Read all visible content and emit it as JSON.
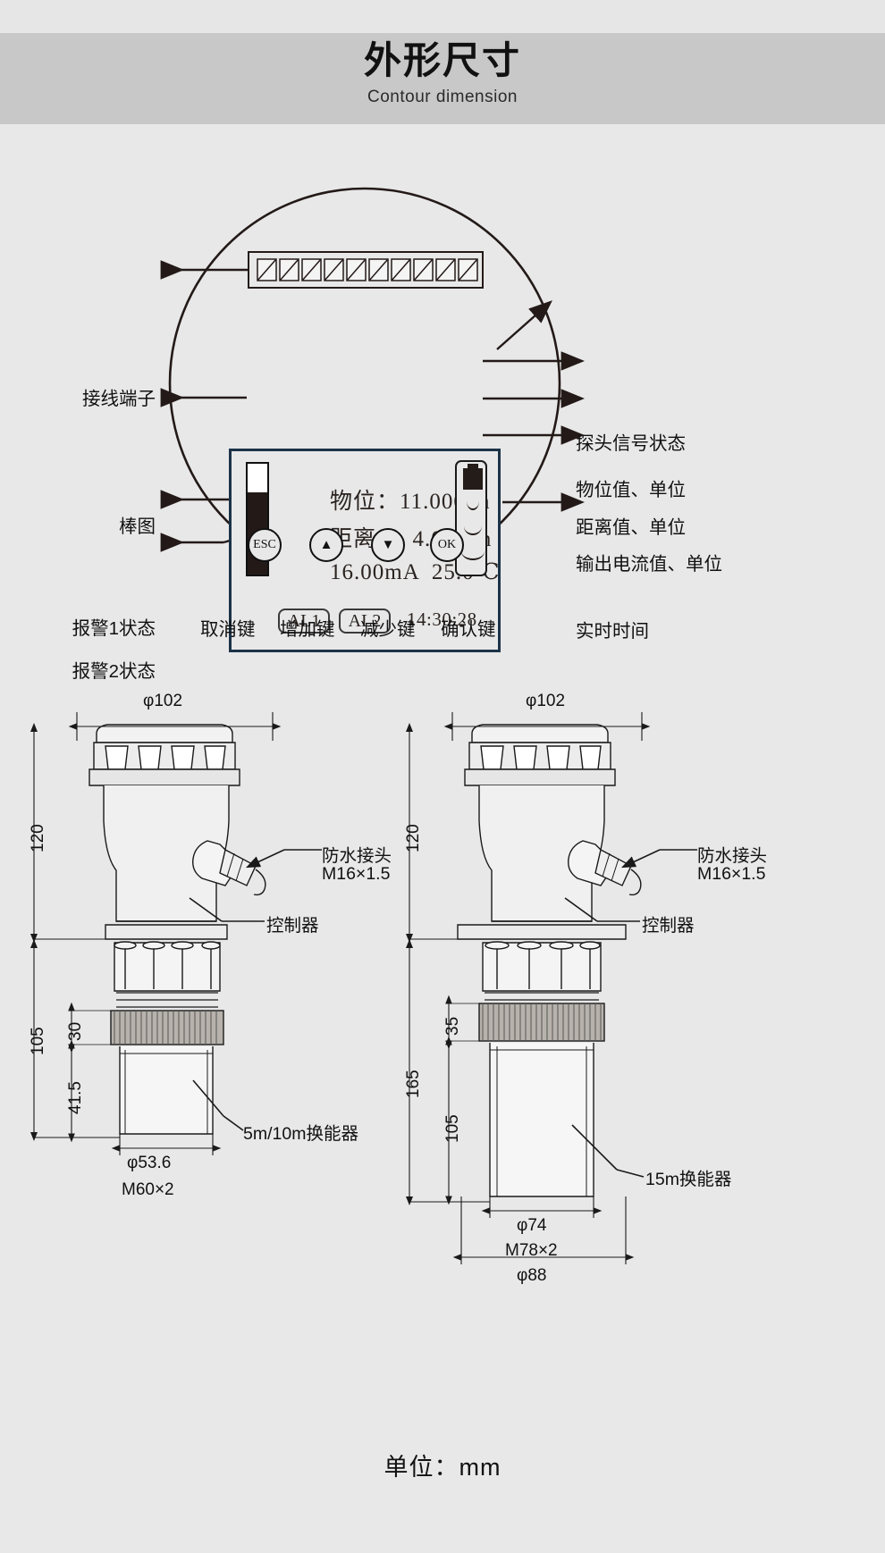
{
  "header": {
    "title": "外形尺寸",
    "subtitle": "Contour dimension"
  },
  "panel": {
    "left_labels": [
      {
        "name": "terminal",
        "text": "接线端子"
      },
      {
        "name": "bargraph",
        "text": "棒图"
      },
      {
        "name": "alarm1",
        "text": "报警1状态"
      },
      {
        "name": "alarm2",
        "text": "报警2状态"
      }
    ],
    "right_labels": [
      {
        "name": "probe-signal-status",
        "text": "探头信号状态"
      },
      {
        "name": "level-value-unit",
        "text": "物位值、单位"
      },
      {
        "name": "distance-value-unit",
        "text": "距离值、单位"
      },
      {
        "name": "output-current-value-unit",
        "text": "输出电流值、单位"
      },
      {
        "name": "realtime-clock",
        "text": "实时时间"
      }
    ],
    "lcd": {
      "level_label": "物位：",
      "level_value": "11.000",
      "level_unit": "m",
      "distance_label": "距离：",
      "distance_value": "4.000",
      "distance_unit": "m",
      "current_value": "16.00mA",
      "temperature_value": "25.0℃",
      "alarm1": "AL1",
      "alarm2": "AL2",
      "time": "14:30:28",
      "bar_fill_percent": 74,
      "border_color": "#1b3347"
    },
    "keys": [
      {
        "name": "esc-key",
        "glyph": "ESC",
        "label": "取消键"
      },
      {
        "name": "up-key",
        "glyph": "▲",
        "label": "增加键"
      },
      {
        "name": "down-key",
        "glyph": "▼",
        "label": "减少键"
      },
      {
        "name": "ok-key",
        "glyph": "OK",
        "label": "确认键"
      }
    ]
  },
  "drawings": {
    "left": {
      "dims": {
        "diameter_top": "φ102",
        "height_upper": "120",
        "height_lower": "105",
        "nut_height": "30",
        "stem_height": "41.5",
        "diameter_stem": "φ53.6",
        "thread": "M60×2"
      },
      "notes": {
        "waterproof_joint": "防水接头",
        "waterproof_thread": "M16×1.5",
        "controller": "控制器",
        "transducer": "5m/10m换能器"
      }
    },
    "right": {
      "dims": {
        "diameter_top": "φ102",
        "height_upper": "120",
        "height_total": "165",
        "nut_height": "35",
        "stem_height": "105",
        "diameter_stem": "φ74",
        "thread": "M78×2",
        "diameter_flange": "φ88"
      },
      "notes": {
        "waterproof_joint": "防水接头",
        "waterproof_thread": "M16×1.5",
        "controller": "控制器",
        "transducer": "15m换能器"
      }
    }
  },
  "footer": {
    "unit_note": "单位：mm"
  },
  "colors": {
    "page_background": "#e8e8e8",
    "banner": "#c8c8c8",
    "lcd_border": "#1b3347",
    "ink": "#231a18",
    "line": "#2a2320"
  }
}
